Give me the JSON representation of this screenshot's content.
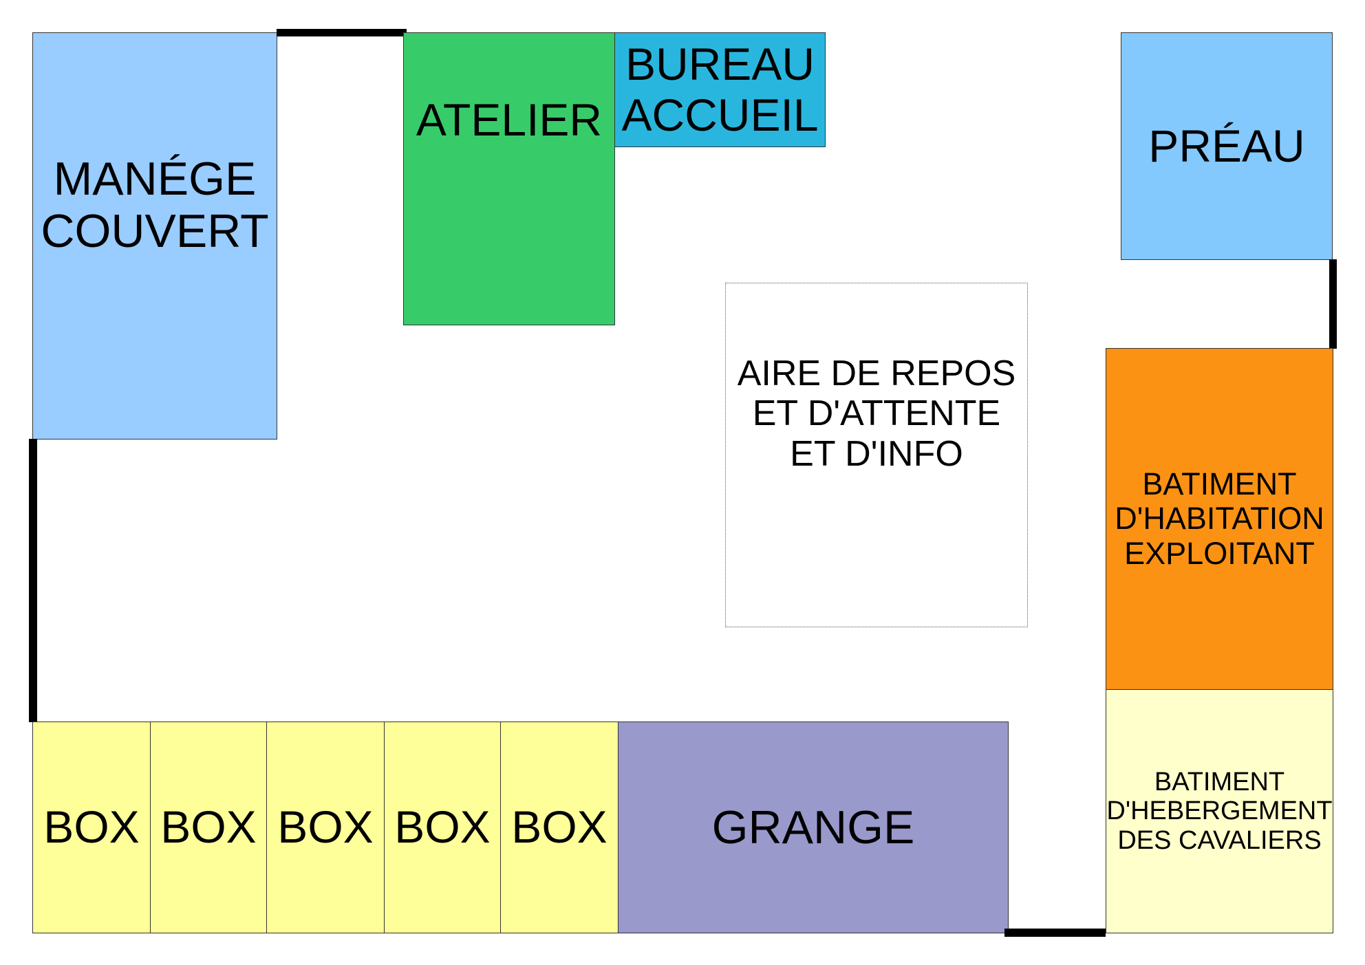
{
  "plan": {
    "zones": {
      "manege": {
        "label": "MANÉGE\nCOUVERT",
        "color": "#99ccff"
      },
      "atelier": {
        "label": "ATELIER",
        "color": "#37cc69"
      },
      "bureau": {
        "label": "BUREAU\nACCUEIL",
        "color": "#29b6de"
      },
      "preau": {
        "label": "PRÉAU",
        "color": "#83c9fd"
      },
      "aire": {
        "label": "AIRE DE REPOS\nET D'ATTENTE\nET D'INFO",
        "color": "#ffffff"
      },
      "habitation": {
        "label": "BATIMENT\nD'HABITATION\nEXPLOITANT",
        "color": "#fb9213"
      },
      "hebergement": {
        "label": "BATIMENT\nD'HEBERGEMENT\nDES CAVALIERS",
        "color": "#ffffcc"
      },
      "grange": {
        "label": "GRANGE",
        "color": "#9999cc"
      },
      "boxes": [
        {
          "label": "BOX"
        },
        {
          "label": "BOX"
        },
        {
          "label": "BOX"
        },
        {
          "label": "BOX"
        },
        {
          "label": "BOX"
        }
      ],
      "box_color": "#ffff99"
    }
  }
}
